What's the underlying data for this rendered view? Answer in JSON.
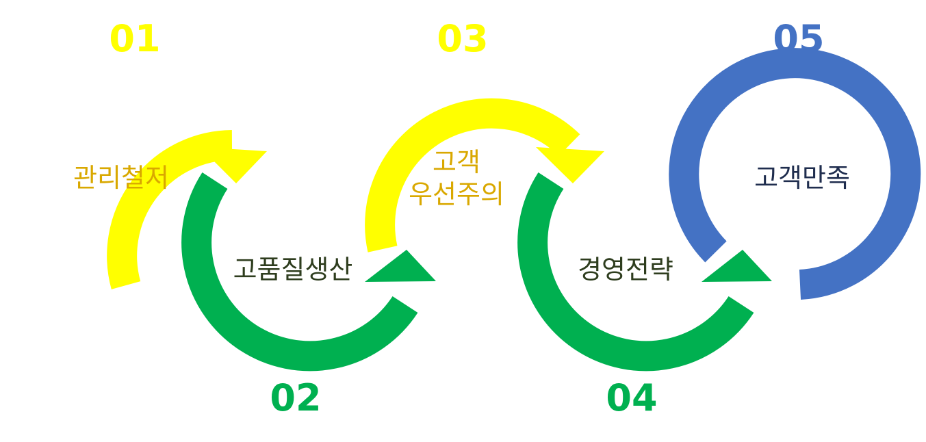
{
  "colors": {
    "yellow": "#FFFF00",
    "green": "#00B050",
    "blue": "#4472C4",
    "yellow_text": "#D9A800",
    "dark_text": "#2E3D1E",
    "navy_text": "#1F2D4E"
  },
  "steps": [
    {
      "number": "01",
      "label_lines": [
        "관리철저"
      ]
    },
    {
      "number": "02",
      "label_lines": [
        "고품질생산"
      ]
    },
    {
      "number": "03",
      "label_lines": [
        "고객",
        "우선주의"
      ]
    },
    {
      "number": "04",
      "label_lines": [
        "경영전략"
      ]
    },
    {
      "number": "05",
      "label_lines": [
        "고객만족"
      ]
    }
  ]
}
